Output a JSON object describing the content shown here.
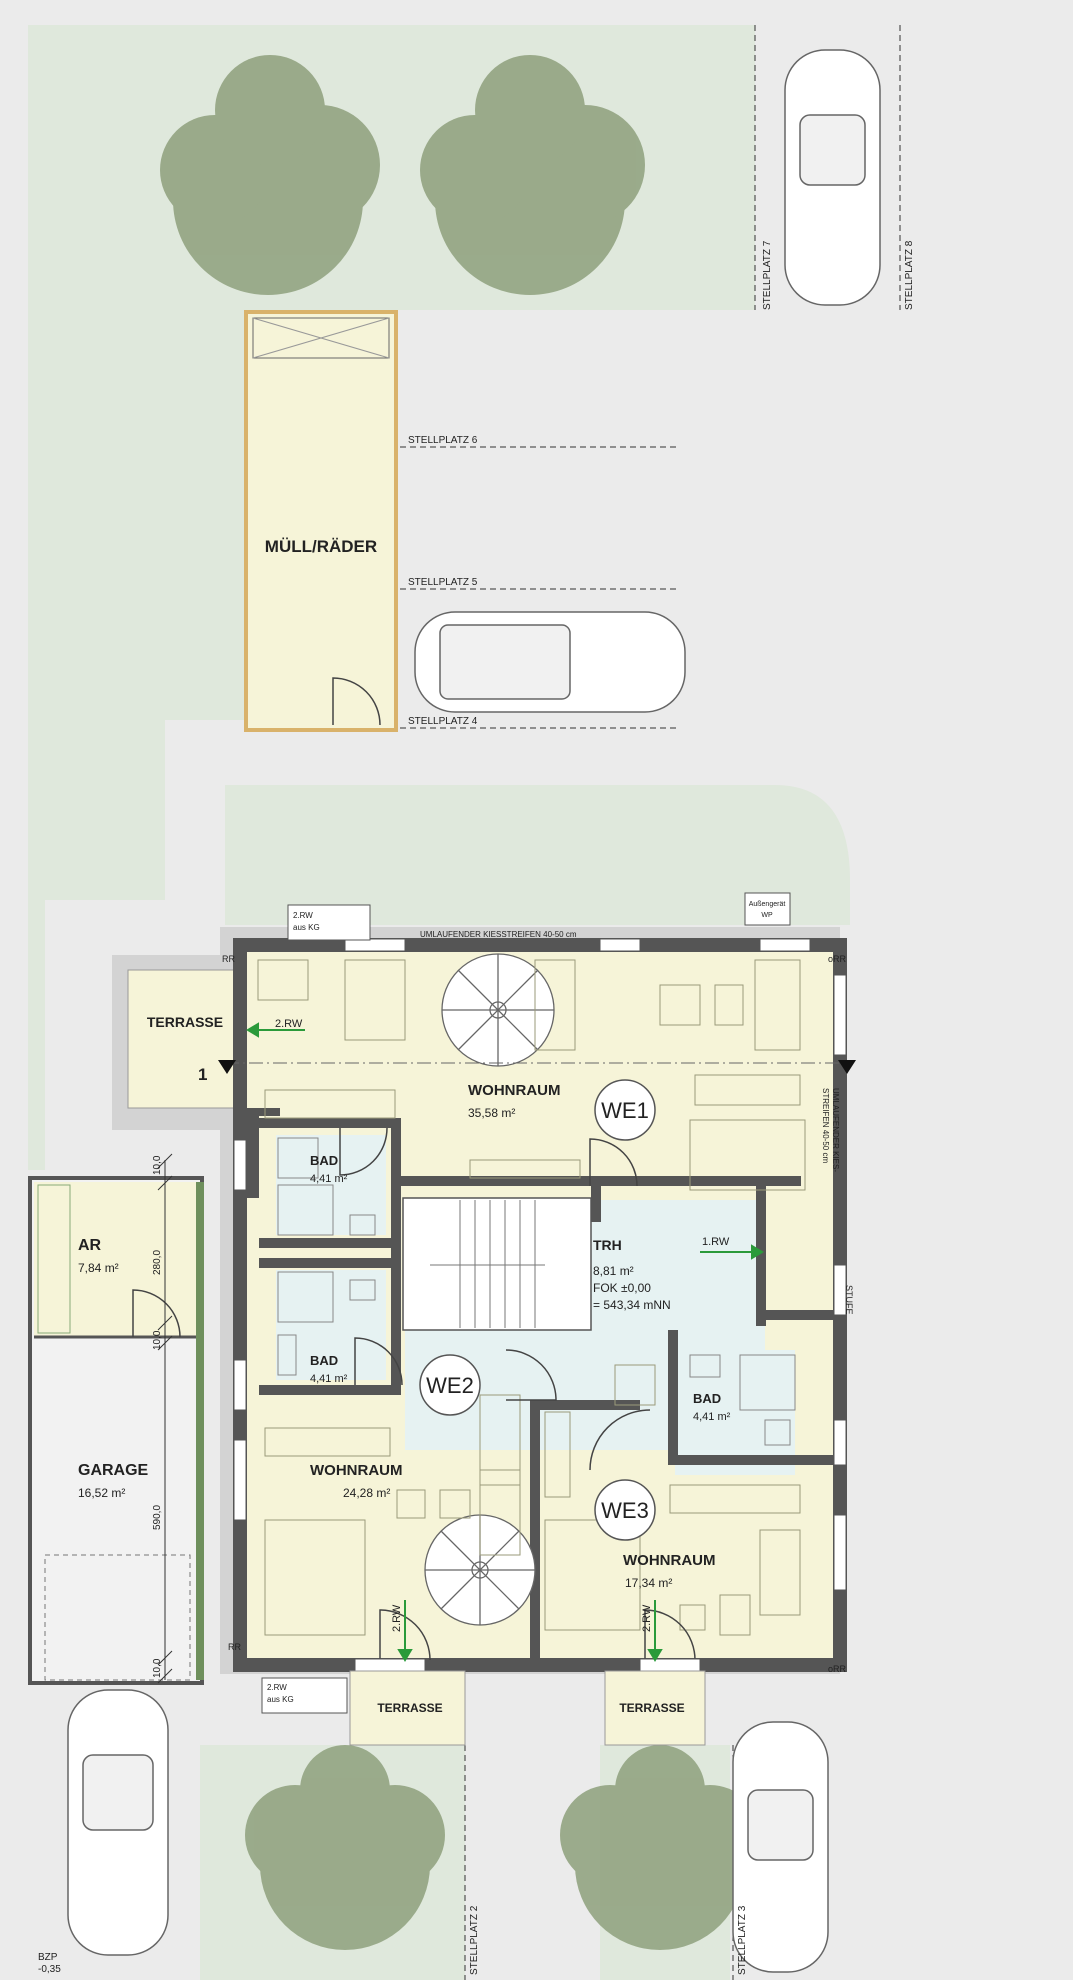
{
  "site": {
    "stellplaetze": [
      "STELLPLATZ 2",
      "STELLPLATZ 3",
      "STELLPLATZ 4",
      "STELLPLATZ 5",
      "STELLPLATZ 6",
      "STELLPLATZ 7",
      "STELLPLATZ 8"
    ],
    "muell": "MÜLL/RÄDER",
    "kiesstreifen": "UMLAUFENDER KIESSTREIFEN 40-50 cm",
    "kies_side_1": "UMLAUFENDER KIES-",
    "kies_side_2": "STREIFEN 40-50 cm",
    "aussengeraet_1": "Außengerät",
    "aussengeraet_2": "WP",
    "rw_kg_1": "2.RW",
    "rw_kg_2": "aus KG",
    "rr": "RR",
    "orr": "oRR",
    "stufe": "STUFE",
    "bzp_1": "BZP",
    "bzp_2": "-0,35",
    "section_mark": "1"
  },
  "units": {
    "we1": "WE1",
    "we2": "WE2",
    "we3": "WE3"
  },
  "rooms": {
    "terrasse": "TERRASSE",
    "wohnraum": "WOHNRAUM",
    "bad": "BAD",
    "trh": "TRH",
    "ar": "AR",
    "garage": "GARAGE",
    "we1_wohn_area": "35,58 m²",
    "we1_bad_area": "4,41 m²",
    "we2_bad_area": "4,41 m²",
    "we2_wohn_area": "24,28 m²",
    "we3_bad_area": "4,41 m²",
    "we3_wohn_area": "17,34 m²",
    "trh_area": "8,81 m²",
    "trh_fok": "FOK ±0,00",
    "trh_nn": "= 543,34 mNN",
    "ar_area": "7,84 m²",
    "garage_area": "16,52 m²"
  },
  "markers": {
    "rw1": "1.RW",
    "rw2": "2.RW"
  },
  "dims": {
    "d10": "10,0",
    "d280": "280,0",
    "d590": "590,0"
  },
  "colors": {
    "green_area": "#dfe8dc",
    "room_fill": "#f6f4d8",
    "trh_fill": "#e6f2f2",
    "wall": "#555555",
    "tree": "#8ea07c",
    "muell_border": "#d9b26a",
    "rw_arrow": "#2a9a3a"
  }
}
